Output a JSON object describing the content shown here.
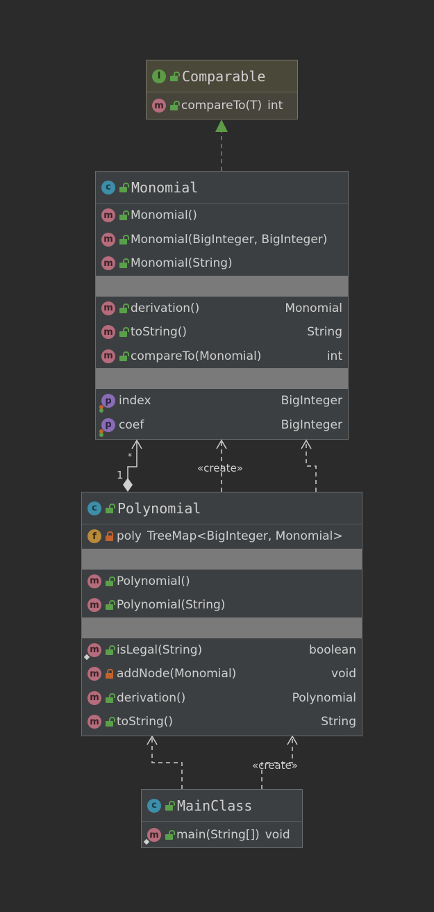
{
  "classes": {
    "comparable": {
      "name": "Comparable",
      "kind_icon": "I",
      "methods": [
        {
          "name": "compareTo(T)",
          "type": "int"
        }
      ]
    },
    "monomial": {
      "name": "Monomial",
      "kind_icon": "c",
      "constructors": [
        {
          "name": "Monomial()"
        },
        {
          "name": "Monomial(BigInteger, BigInteger)"
        },
        {
          "name": "Monomial(String)"
        }
      ],
      "methods": [
        {
          "name": "derivation()",
          "type": "Monomial"
        },
        {
          "name": "toString()",
          "type": "String"
        },
        {
          "name": "compareTo(Monomial)",
          "type": "int"
        }
      ],
      "properties": [
        {
          "name": "index",
          "type": "BigInteger"
        },
        {
          "name": "coef",
          "type": "BigInteger"
        }
      ]
    },
    "polynomial": {
      "name": "Polynomial",
      "kind_icon": "c",
      "fields": [
        {
          "name": "poly",
          "type": "TreeMap<BigInteger, Monomial>"
        }
      ],
      "constructors": [
        {
          "name": "Polynomial()"
        },
        {
          "name": "Polynomial(String)"
        }
      ],
      "methods": [
        {
          "name": "isLegal(String)",
          "type": "boolean"
        },
        {
          "name": "addNode(Monomial)",
          "type": "void"
        },
        {
          "name": "derivation()",
          "type": "Polynomial"
        },
        {
          "name": "toString()",
          "type": "String"
        }
      ]
    },
    "mainclass": {
      "name": "MainClass",
      "kind_icon": "c",
      "methods": [
        {
          "name": "main(String[])",
          "type": "void"
        }
      ]
    }
  },
  "icons": {
    "method": "m",
    "property": "p",
    "field": "f"
  },
  "edges": {
    "aggregation_multiplicity_many": "*",
    "aggregation_multiplicity_one": "1",
    "create_label_polynomial_monomial": "«create»",
    "create_label_main_polynomial": "«create»"
  },
  "colors": {
    "background": "#2b2b2b",
    "implements_edge": "#5d9b47",
    "edge": "#cfcfcf"
  }
}
